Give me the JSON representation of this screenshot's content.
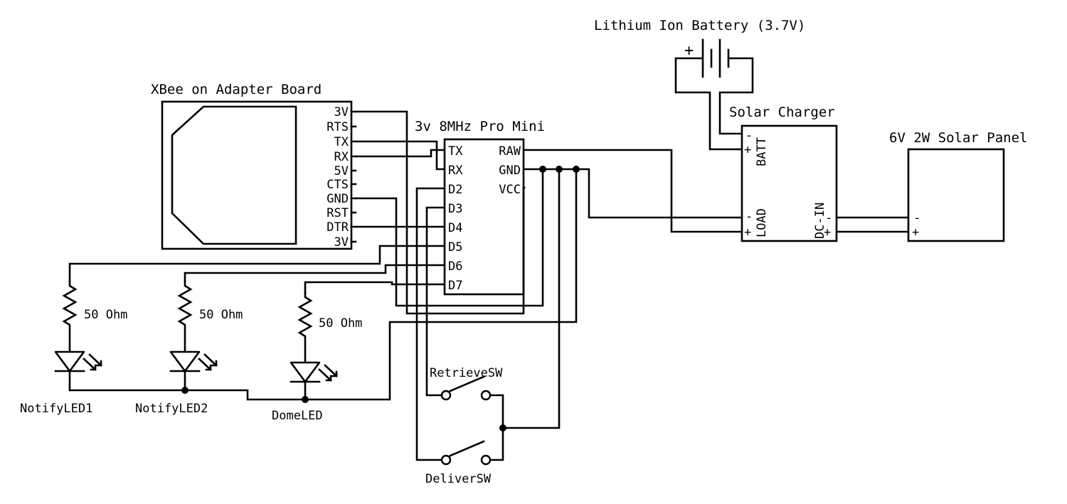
{
  "components": {
    "xbee": {
      "title": "XBee on Adapter Board",
      "pins": [
        "3V",
        "RTS",
        "TX",
        "RX",
        "5V",
        "CTS",
        "GND",
        "RST",
        "DTR",
        "3V"
      ]
    },
    "promini": {
      "title": "3v 8MHz Pro Mini",
      "left_pins": [
        "TX",
        "RX",
        "D2",
        "D3",
        "D4",
        "D5",
        "D6",
        "D7"
      ],
      "right_pins": [
        "RAW",
        "GND",
        "VCC"
      ]
    },
    "battery": {
      "title": "Lithium Ion Battery (3.7V)",
      "plus": "+"
    },
    "charger": {
      "title": "Solar Charger",
      "batt_label": "BATT",
      "load_label": "LOAD",
      "dcin_label": "DC-IN",
      "minus": "-",
      "plus": "+"
    },
    "solar_panel": {
      "title": "6V 2W Solar Panel",
      "minus": "-",
      "plus": "+"
    },
    "resistors": [
      {
        "value": "50 Ohm"
      },
      {
        "value": "50 Ohm"
      },
      {
        "value": "50 Ohm"
      }
    ],
    "leds": [
      {
        "label": "NotifyLED1"
      },
      {
        "label": "NotifyLED2"
      },
      {
        "label": "DomeLED"
      }
    ],
    "switches": [
      {
        "label": "RetrieveSW"
      },
      {
        "label": "DeliverSW"
      }
    ]
  }
}
